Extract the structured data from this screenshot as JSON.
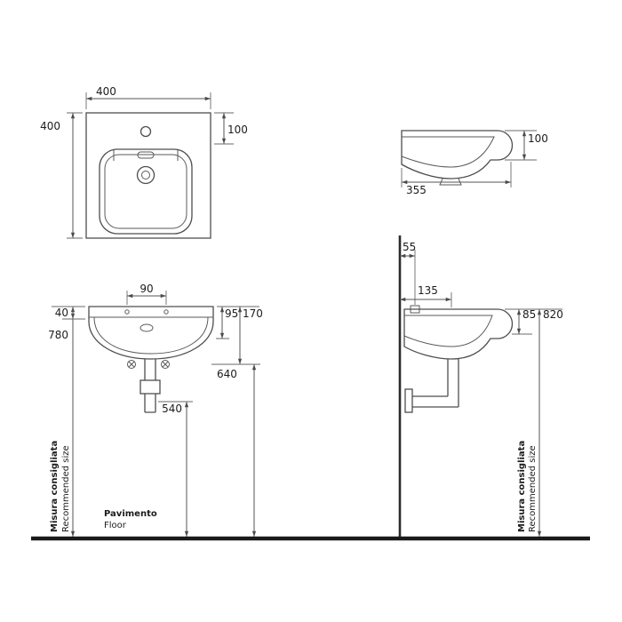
{
  "drawing": {
    "plan_view": {
      "width_mm": "400",
      "depth_mm": "400",
      "tap_hole_offset_mm": "100"
    },
    "side_view": {
      "depth_mm": "355",
      "front_edge_height_mm": "100"
    },
    "front_view": {
      "fixing_hole_spacing_mm": "90",
      "rim_thickness_mm": "40",
      "rim_height_mm": "780",
      "inner_apron_drop_mm": "95",
      "bowl_drop_mm": "170",
      "waste_height_mm": "640",
      "trap_height_mm": "540"
    },
    "wall_side_view": {
      "fixing_offset_mm": "55",
      "waste_offset_mm": "135",
      "front_edge_drop_mm": "85",
      "rim_height_mm": "820"
    },
    "labels": {
      "floor_it": "Pavimento",
      "floor_en": "Floor",
      "recommended_it": "Misura consigliata",
      "recommended_en": "Recommended size"
    },
    "colors": {
      "background": "#ffffff",
      "outline": "#4d4d4d",
      "dimension": "#555555",
      "text": "#1c1c1c",
      "floor_line": "#1a1a1a"
    }
  }
}
